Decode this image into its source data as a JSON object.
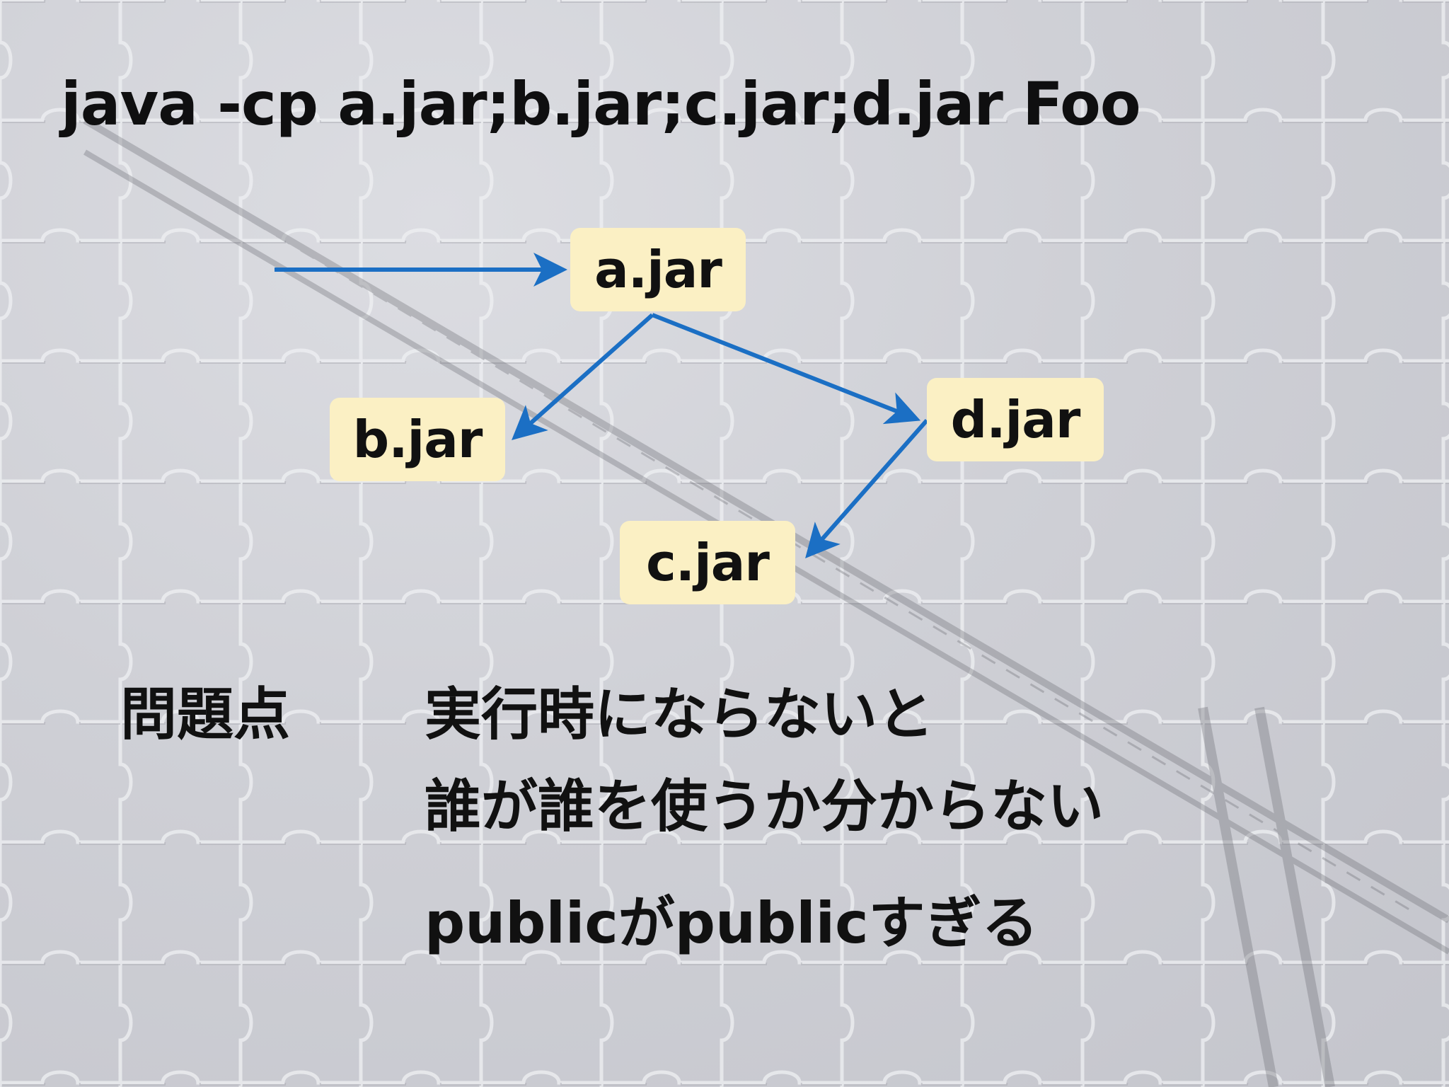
{
  "command": "java -cp a.jar;b.jar;c.jar;d.jar Foo",
  "nodes": {
    "a": "a.jar",
    "b": "b.jar",
    "c": "c.jar",
    "d": "d.jar"
  },
  "edges": [
    {
      "from": "entry",
      "to": "a"
    },
    {
      "from": "a",
      "to": "b"
    },
    {
      "from": "a",
      "to": "d"
    },
    {
      "from": "d",
      "to": "c"
    }
  ],
  "problem": {
    "label": "問題点",
    "line1": "実行時にならないと",
    "line2": "誰が誰を使うか分からない",
    "line3": "publicがpublicすぎる"
  },
  "colors": {
    "arrow": "#1b6fc4",
    "node_fill": "#fbf0c4",
    "text": "#111111"
  }
}
